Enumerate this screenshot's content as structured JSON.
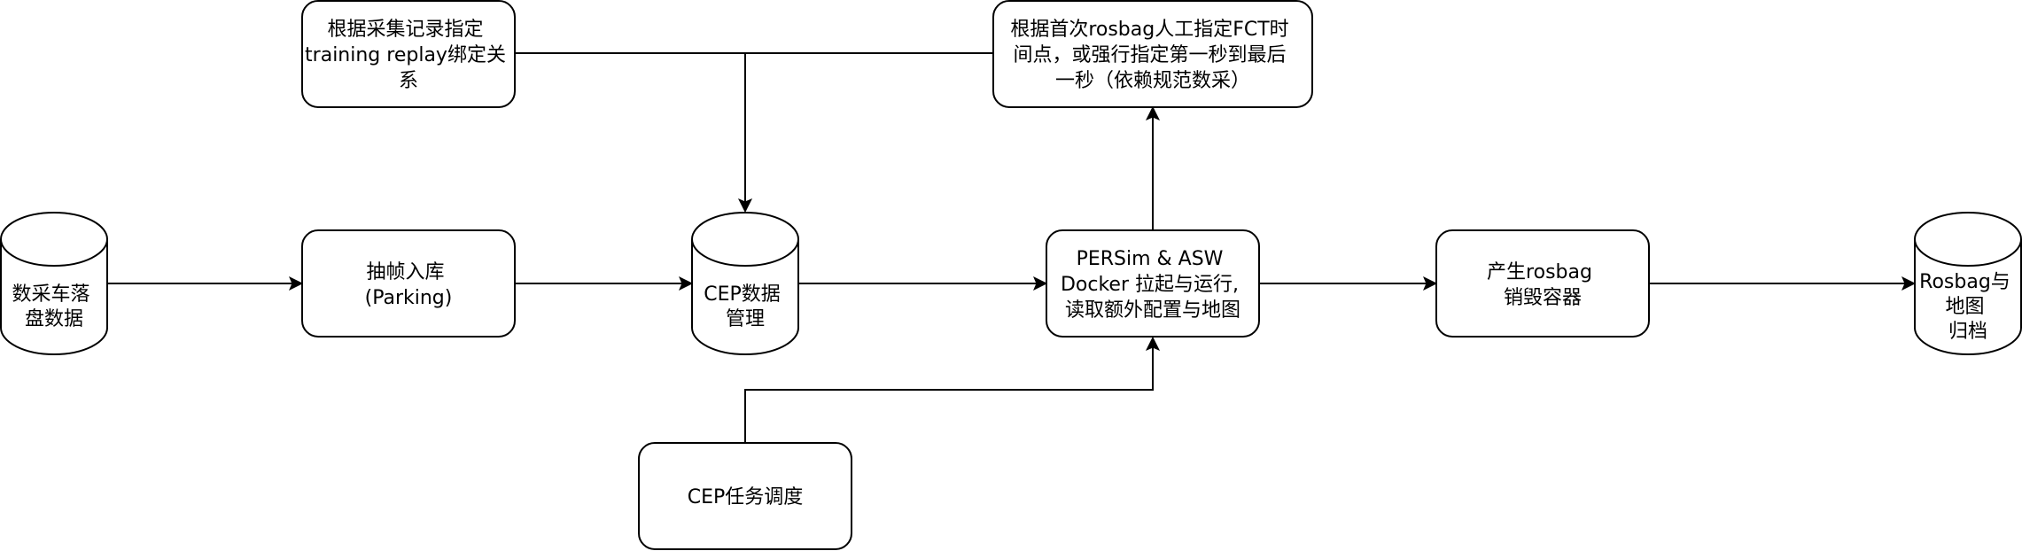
{
  "nodes": {
    "collection_data": {
      "kind": "cylinder",
      "lines": [
        "数采车落",
        "盘数据"
      ]
    },
    "frame_extract": {
      "kind": "process",
      "lines": [
        "抽帧入库",
        "(Parking)"
      ]
    },
    "binding_rule": {
      "kind": "process",
      "lines": [
        "根据采集记录指定",
        "training replay绑定关",
        "系"
      ]
    },
    "cep_data": {
      "kind": "cylinder",
      "lines": [
        "CEP数据",
        "管理"
      ]
    },
    "fct_time": {
      "kind": "process",
      "lines": [
        "根据首次rosbag人工指定FCT时",
        "间点，或强行指定第一秒到最后",
        "一秒（依赖规范数采）"
      ]
    },
    "docker_run": {
      "kind": "process",
      "lines": [
        "PERSim & ASW",
        "Docker 拉起与运行,",
        "读取额外配置与地图"
      ]
    },
    "scheduler": {
      "kind": "process",
      "lines": [
        "CEP任务调度"
      ]
    },
    "produce_rosbag": {
      "kind": "process",
      "lines": [
        "产生rosbag",
        "销毁容器"
      ]
    },
    "archive": {
      "kind": "cylinder",
      "lines": [
        "Rosbag与",
        "地图",
        "归档"
      ]
    }
  },
  "edges": [
    {
      "from": "collection_data",
      "to": "frame_extract"
    },
    {
      "from": "frame_extract",
      "to": "cep_data"
    },
    {
      "from": "binding_rule",
      "to": "cep_data"
    },
    {
      "from": "fct_time",
      "to": "cep_data"
    },
    {
      "from": "cep_data",
      "to": "docker_run"
    },
    {
      "from": "docker_run",
      "to": "fct_time"
    },
    {
      "from": "scheduler",
      "to": "docker_run"
    },
    {
      "from": "docker_run",
      "to": "produce_rosbag"
    },
    {
      "from": "produce_rosbag",
      "to": "archive"
    }
  ]
}
